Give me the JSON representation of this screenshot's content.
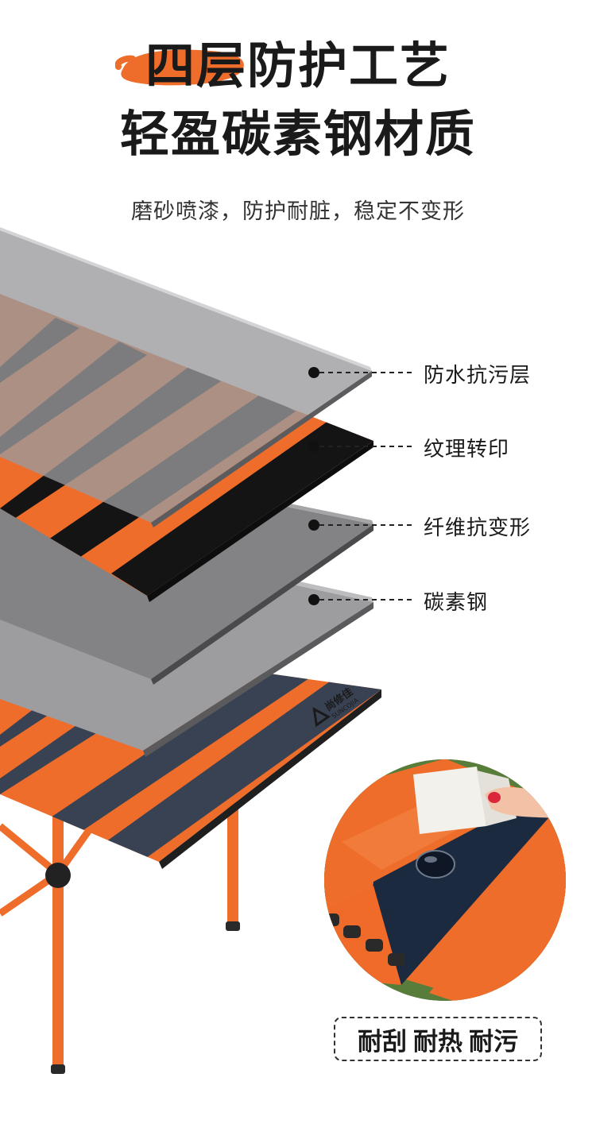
{
  "header": {
    "title_highlight": "四层",
    "title_rest": "防护工艺",
    "title_line2": "轻盈碳素钢材质",
    "subtitle": "磨砂喷漆，防护耐脏，稳定不变形"
  },
  "layers": [
    {
      "label": "防水抗污层"
    },
    {
      "label": "纹理转印"
    },
    {
      "label": "纤维抗变形"
    },
    {
      "label": "碳素钢"
    }
  ],
  "brand": {
    "name_cn": "尚修佳",
    "name_en": "SUNCOJIA"
  },
  "badge": {
    "items": [
      "耐刮",
      "耐热",
      "耐污"
    ]
  },
  "colors": {
    "accent_orange": "#ef6d2b",
    "dark_stripe": "#1b1b1b",
    "navy_stripe": "#394252",
    "gray_top": "#b6b5b8",
    "gray_mid": "#8c8c8f",
    "gray_low": "#a4a4a6"
  },
  "icons": [
    "brush-stroke",
    "brand-logo-icon",
    "finger-icon",
    "water-drop-icon"
  ]
}
